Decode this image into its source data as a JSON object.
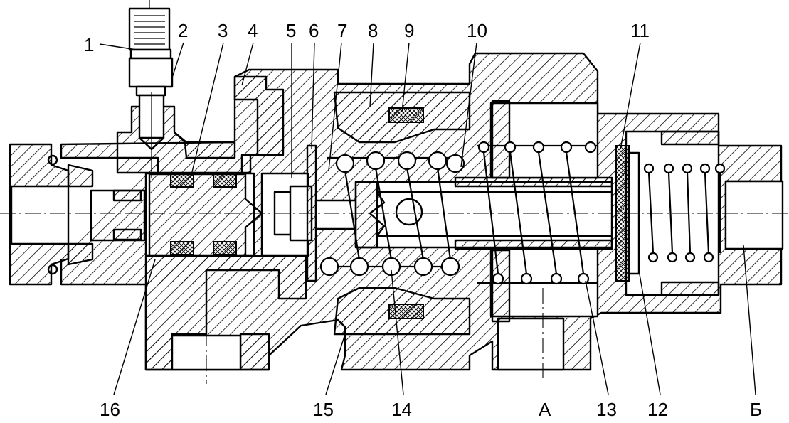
{
  "diagram": {
    "labels_top": [
      "1",
      "2",
      "3",
      "4",
      "5",
      "6",
      "7",
      "8",
      "9",
      "10",
      "11"
    ],
    "labels_bottom": [
      "16",
      "15",
      "14",
      "А",
      "13",
      "12",
      "Б"
    ]
  }
}
